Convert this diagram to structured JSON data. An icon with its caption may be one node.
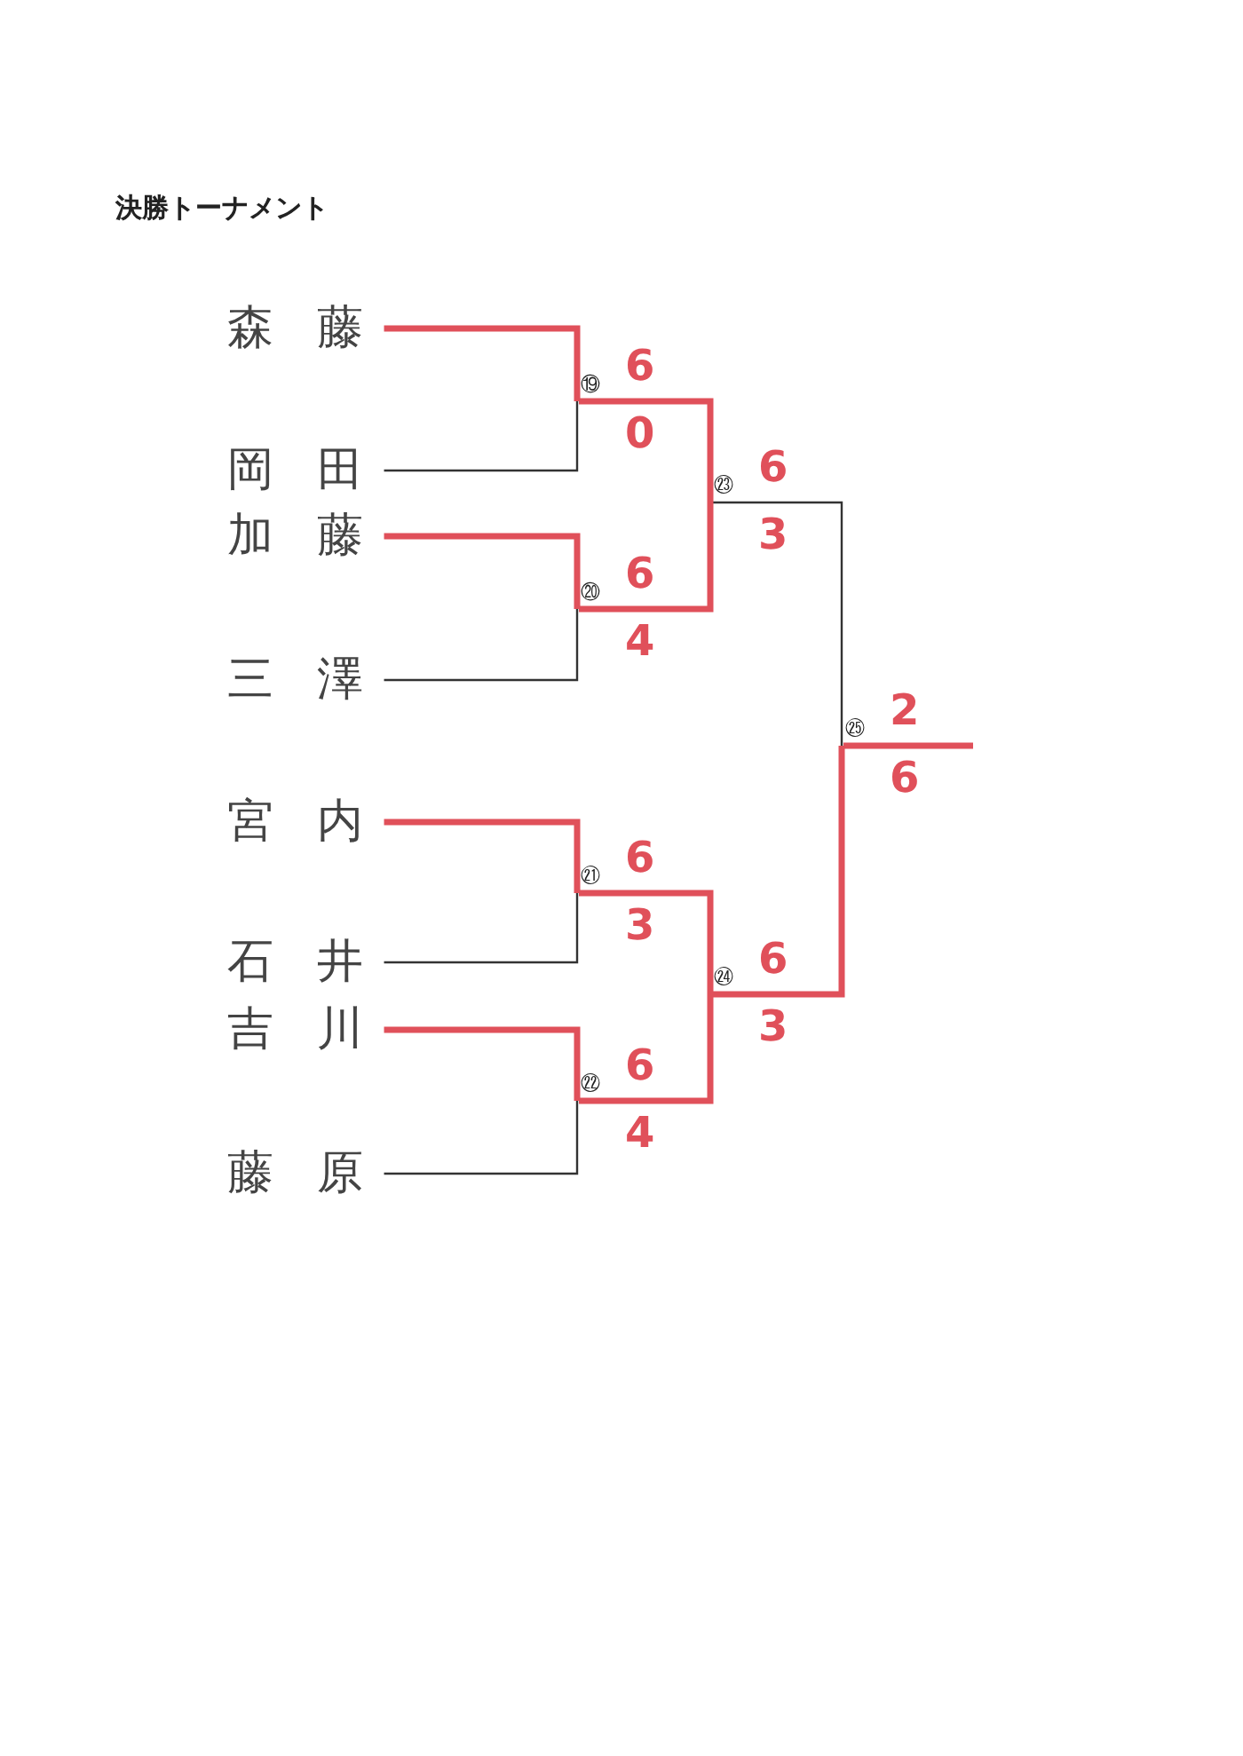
{
  "diagram": {
    "title": "決勝トーナメント",
    "nodes": [
      {
        "text": [
          "森 藤"
        ]
      },
      {
        "text": [
          "岡 田"
        ]
      },
      {
        "text": [
          "加 藤"
        ]
      },
      {
        "text": [
          "三 澤"
        ]
      },
      {
        "text": [
          "宮 内"
        ]
      },
      {
        "text": [
          "石 井"
        ]
      },
      {
        "text": [
          "吉 川"
        ]
      },
      {
        "text": [
          "藤 原"
        ]
      },
      {
        "text": [
          "⑲"
        ],
        "beside": [
          "6",
          "0"
        ]
      },
      {
        "text": [
          "⑳"
        ],
        "beside": [
          "6",
          "4"
        ]
      },
      {
        "text": [
          "㉑"
        ],
        "beside": [
          "6",
          "3"
        ]
      },
      {
        "text": [
          "㉒"
        ],
        "beside": [
          "6",
          "4"
        ]
      },
      {
        "text": [
          "㉓"
        ],
        "beside": [
          "6",
          "3"
        ]
      },
      {
        "text": [
          "㉔"
        ],
        "beside": [
          "6",
          "3"
        ]
      },
      {
        "text": [
          "㉕"
        ],
        "beside": [
          "2",
          "6"
        ]
      }
    ],
    "edges": [
      {
        "from": 0,
        "to": 8,
        "arrow": "none",
        "color": "#e0505a"
      },
      {
        "from": 1,
        "to": 8,
        "arrow": "none",
        "color": "#333333"
      },
      {
        "from": 2,
        "to": 9,
        "arrow": "none",
        "color": "#e0505a"
      },
      {
        "from": 3,
        "to": 9,
        "arrow": "none",
        "color": "#333333"
      },
      {
        "from": 4,
        "to": 10,
        "arrow": "none",
        "color": "#e0505a"
      },
      {
        "from": 5,
        "to": 10,
        "arrow": "none",
        "color": "#333333"
      },
      {
        "from": 6,
        "to": 11,
        "arrow": "none",
        "color": "#e0505a"
      },
      {
        "from": 7,
        "to": 11,
        "arrow": "none",
        "color": "#333333"
      },
      {
        "from": 8,
        "to": 12,
        "arrow": "none",
        "color": "#e0505a"
      },
      {
        "from": 9,
        "to": 12,
        "arrow": "none",
        "color": "#e0505a"
      },
      {
        "from": 10,
        "to": 13,
        "arrow": "none",
        "color": "#e0505a"
      },
      {
        "from": 11,
        "to": 13,
        "arrow": "none",
        "color": "#e0505a"
      },
      {
        "from": 12,
        "to": 14,
        "arrow": "none",
        "color": "#333333"
      },
      {
        "from": 13,
        "to": 14,
        "arrow": "none",
        "color": "#e0505a"
      },
      {
        "from": 14,
        "to": null,
        "arrow": "none",
        "color": "#e0505a"
      }
    ]
  }
}
